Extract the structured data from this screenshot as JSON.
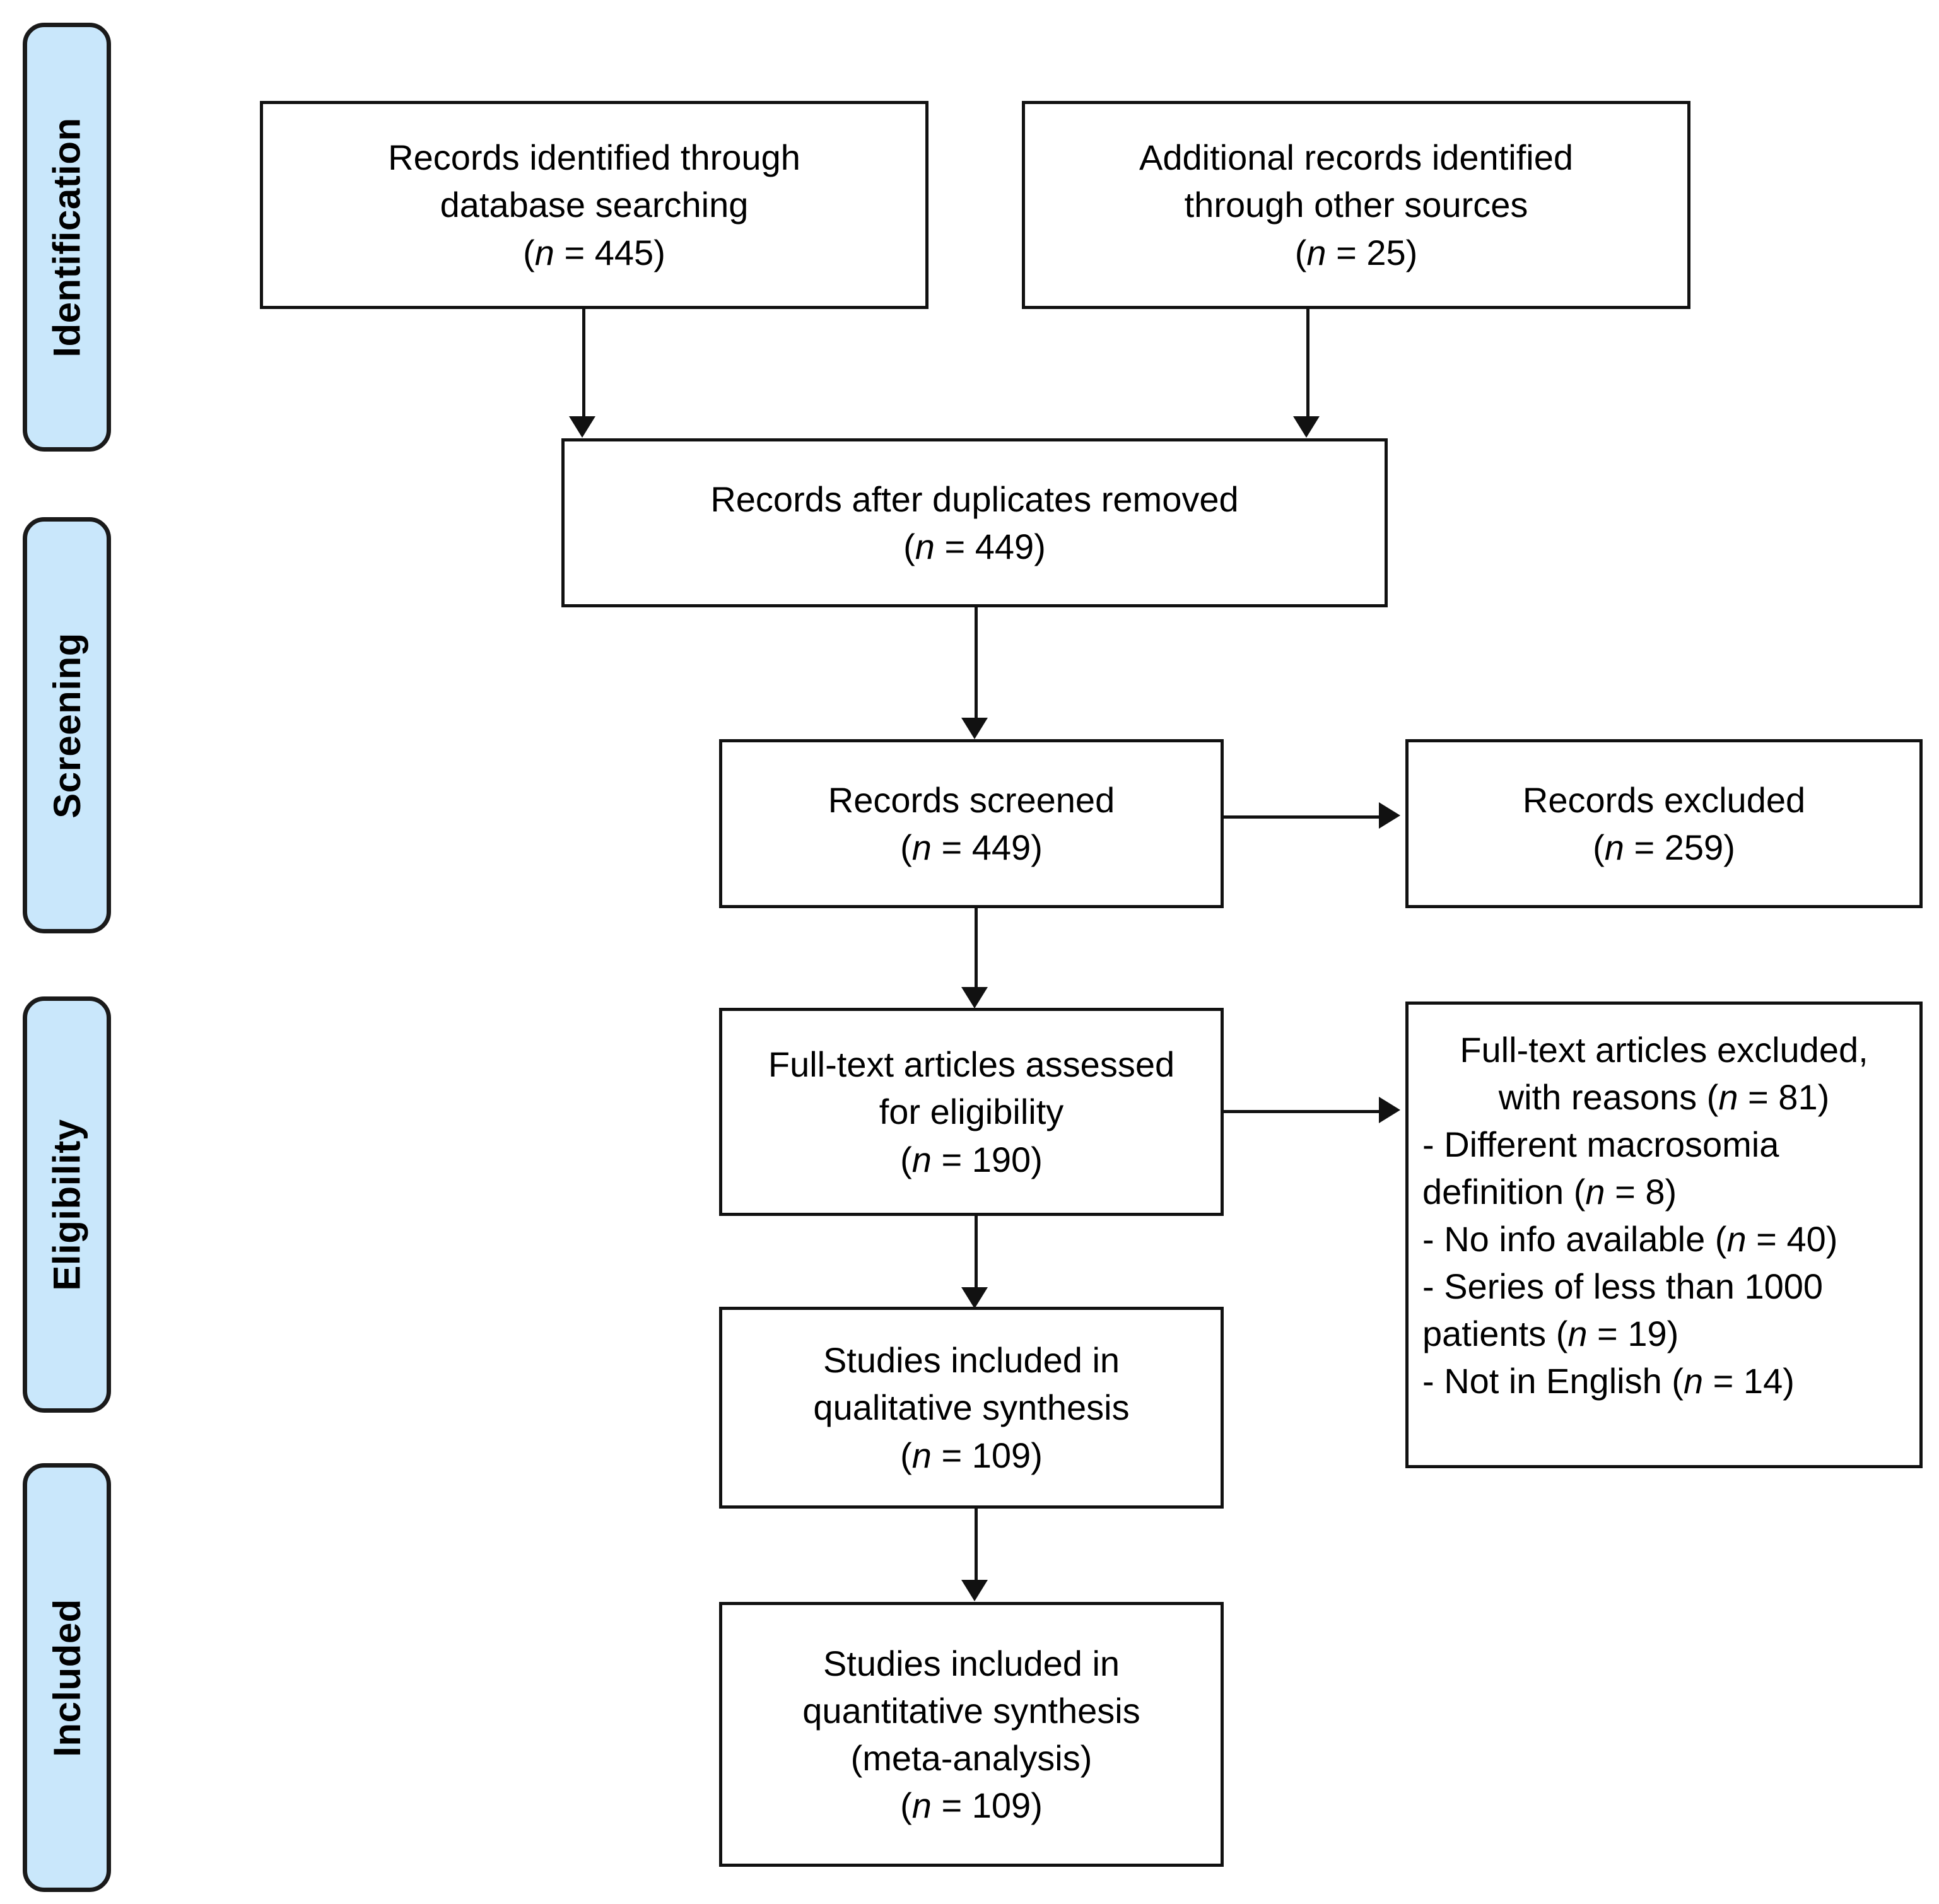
{
  "diagram": {
    "type": "PRISMA flow diagram",
    "stages": [
      {
        "id": "identification",
        "label": "Identification"
      },
      {
        "id": "screening",
        "label": "Screening"
      },
      {
        "id": "eligibility",
        "label": "Eligibility"
      },
      {
        "id": "included",
        "label": "Included"
      }
    ],
    "colors": {
      "stage_fill": "#c9e7fb",
      "stage_border": "#1a1a1a",
      "box_border": "#111111",
      "box_fill": "#ffffff",
      "text": "#000000"
    },
    "boxes": {
      "database_search": {
        "line1": "Records identified through",
        "line2": "database searching",
        "n_prefix": "(",
        "n_symbol": "n",
        "n_equals": " = ",
        "n_value": "445",
        "n_suffix": ")"
      },
      "other_sources": {
        "line1": "Additional records identified",
        "line2": "through other sources",
        "n_prefix": "(",
        "n_symbol": "n",
        "n_equals": " = ",
        "n_value": "25",
        "n_suffix": ")"
      },
      "duplicates_removed": {
        "line1": "Records after duplicates removed",
        "n_prefix": "(",
        "n_symbol": "n",
        "n_equals": " = ",
        "n_value": "449",
        "n_suffix": ")"
      },
      "records_screened": {
        "line1": "Records screened",
        "n_prefix": "(",
        "n_symbol": "n",
        "n_equals": " = ",
        "n_value": "449",
        "n_suffix": ")"
      },
      "records_excluded": {
        "line1": "Records excluded",
        "n_prefix": "(",
        "n_symbol": "n",
        "n_equals": " = ",
        "n_value": "259",
        "n_suffix": ")"
      },
      "fulltext_assessed": {
        "line1": "Full-text articles assessed",
        "line2": "for eligibility",
        "n_prefix": "(",
        "n_symbol": "n",
        "n_equals": " = ",
        "n_value": "190",
        "n_suffix": ")"
      },
      "fulltext_excluded": {
        "line1": "Full-text articles excluded,",
        "line2_pre": "with reasons (",
        "line2_symbol": "n",
        "line2_equals": " = ",
        "line2_value": "81",
        "line2_suffix": ")",
        "reasons": [
          {
            "text_pre": "- Different macrosomia definition (",
            "symbol": "n",
            "equals": " = ",
            "value": "8",
            "suffix": ")"
          },
          {
            "text_pre": "- No info available (",
            "symbol": "n",
            "equals": " = ",
            "value": "40",
            "suffix": ")"
          },
          {
            "text_pre": "- Series of less than 1000 patients (",
            "symbol": "n",
            "equals": " = ",
            "value": "19",
            "suffix": ")"
          },
          {
            "text_pre": "- Not in English (",
            "symbol": "n",
            "equals": " = ",
            "value": "14",
            "suffix": ")"
          }
        ]
      },
      "qualitative_synthesis": {
        "line1": "Studies included in",
        "line2": "qualitative synthesis",
        "n_prefix": "(",
        "n_symbol": "n",
        "n_equals": " = ",
        "n_value": "109",
        "n_suffix": ")"
      },
      "quantitative_synthesis": {
        "line1": "Studies included in",
        "line2": "quantitative synthesis",
        "line3": "(meta-analysis)",
        "n_prefix": "(",
        "n_symbol": "n",
        "n_equals": " = ",
        "n_value": "109",
        "n_suffix": ")"
      }
    }
  }
}
